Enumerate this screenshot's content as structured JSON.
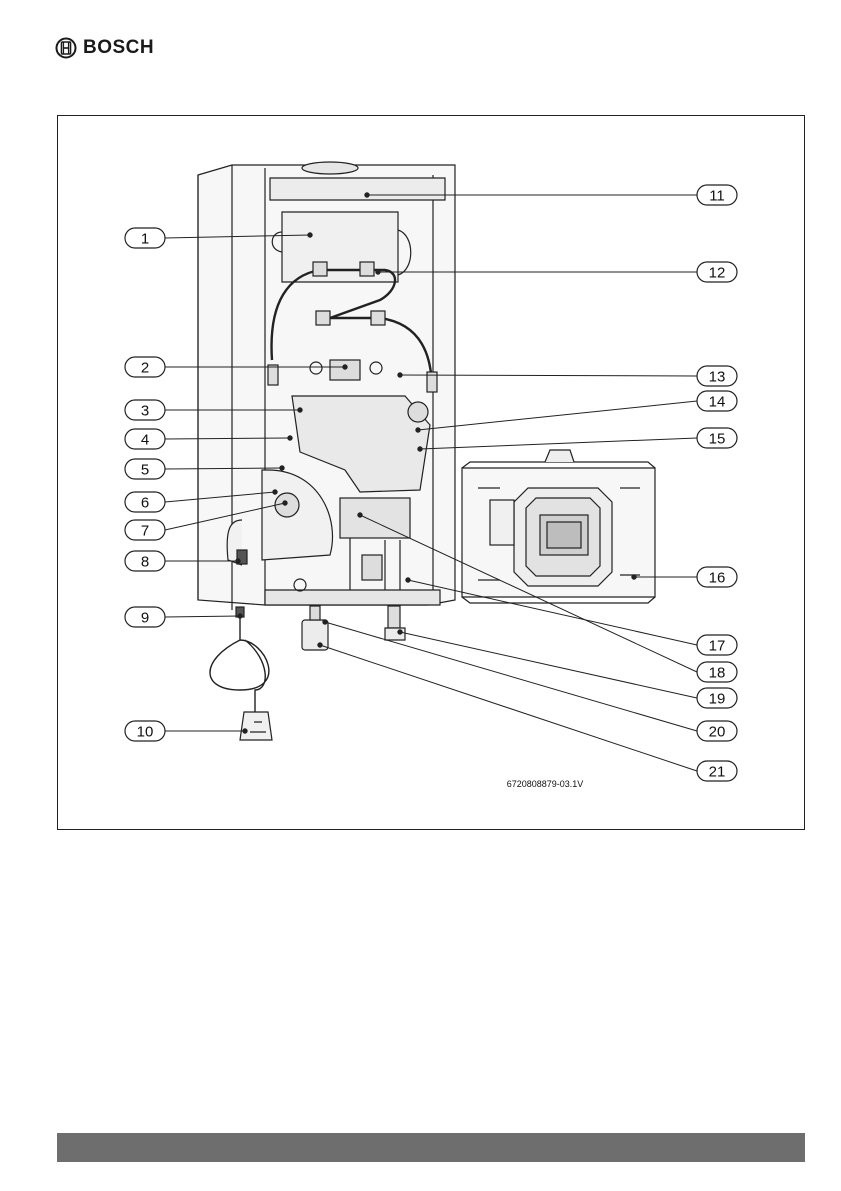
{
  "header": {
    "brand": "BOSCH",
    "logo_icon": "bosch-armature-logo"
  },
  "diagram": {
    "callouts": [
      {
        "n": "1"
      },
      {
        "n": "2"
      },
      {
        "n": "3"
      },
      {
        "n": "4"
      },
      {
        "n": "5"
      },
      {
        "n": "6"
      },
      {
        "n": "7"
      },
      {
        "n": "8"
      },
      {
        "n": "9"
      },
      {
        "n": "10"
      },
      {
        "n": "11"
      },
      {
        "n": "12"
      },
      {
        "n": "13"
      },
      {
        "n": "14"
      },
      {
        "n": "15"
      },
      {
        "n": "16"
      },
      {
        "n": "17"
      },
      {
        "n": "18"
      },
      {
        "n": "19"
      },
      {
        "n": "20"
      },
      {
        "n": "21"
      }
    ],
    "figure_ref": "6720808879-03.1V"
  },
  "footer": {
    "bar_color": "#6e6e6e"
  }
}
